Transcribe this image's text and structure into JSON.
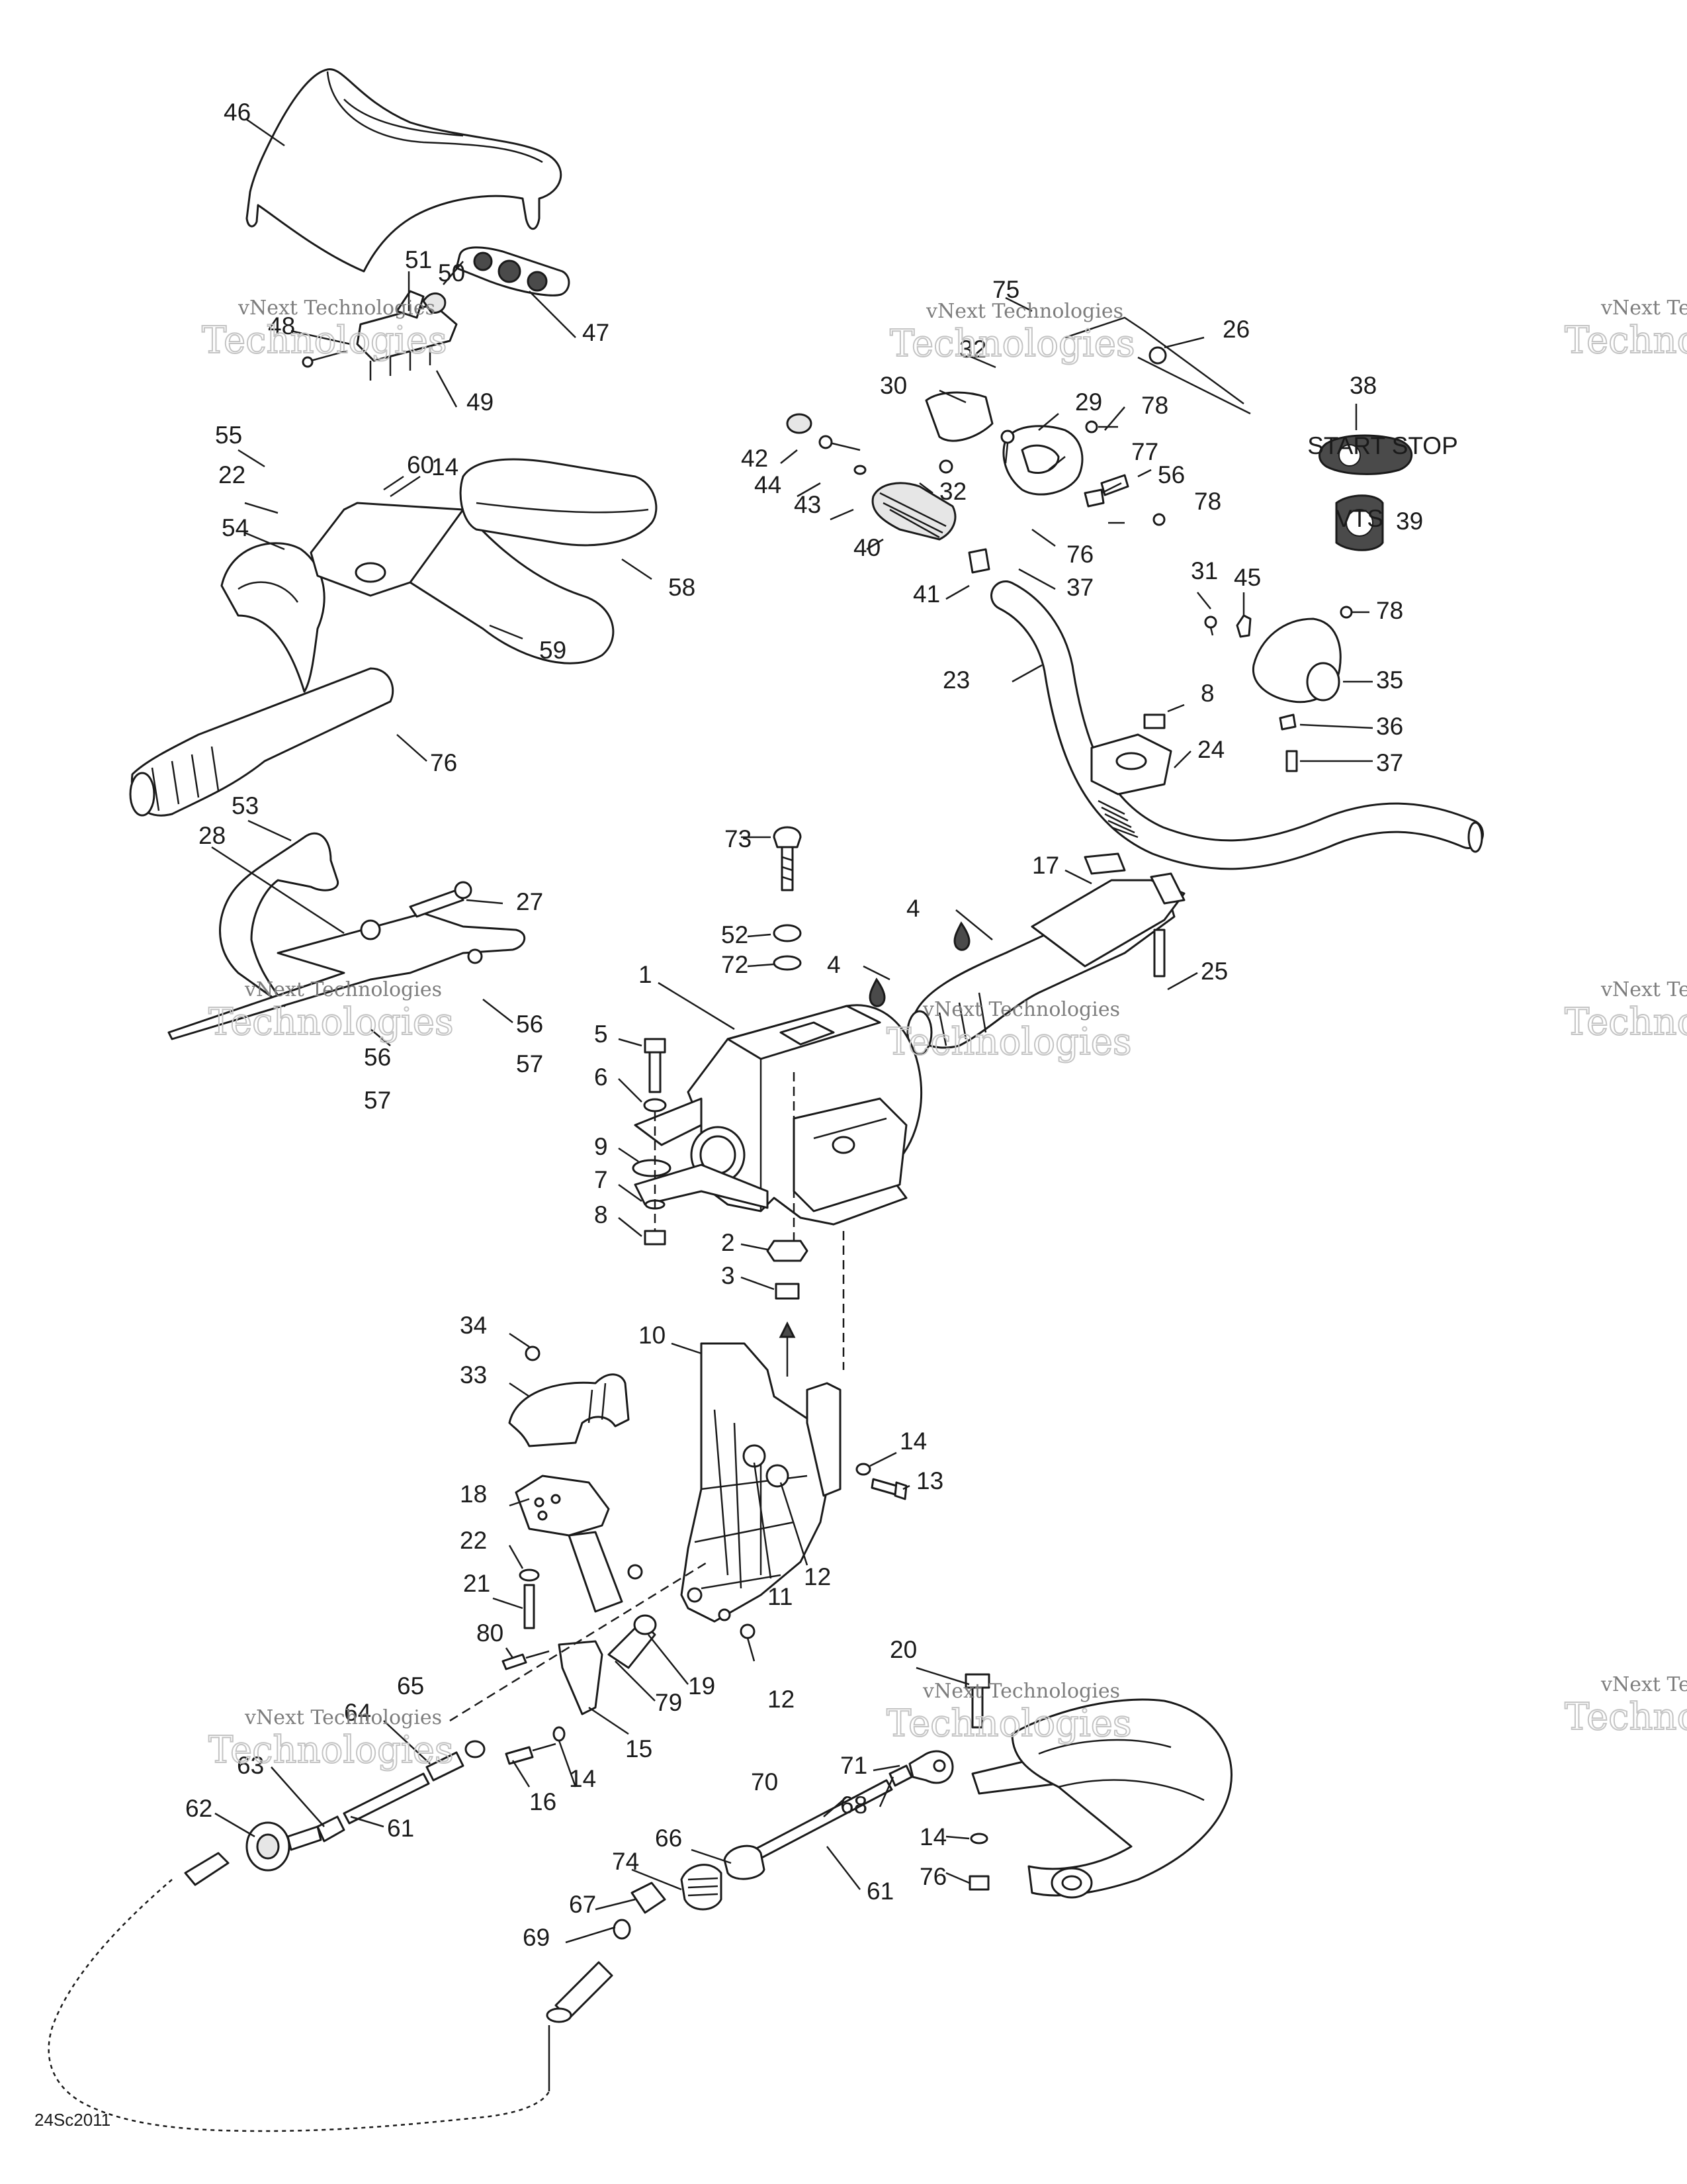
{
  "drawing_code": "24Sc2011",
  "watermark": {
    "line1": "vNext Technologies",
    "line2": "Technologies"
  },
  "callouts": [
    {
      "id": "46",
      "label": "46"
    },
    {
      "id": "51",
      "label": "51"
    },
    {
      "id": "50",
      "label": "50"
    },
    {
      "id": "48",
      "label": "48"
    },
    {
      "id": "47",
      "label": "47"
    },
    {
      "id": "49",
      "label": "49"
    },
    {
      "id": "55",
      "label": "55"
    },
    {
      "id": "60",
      "label": "60"
    },
    {
      "id": "14a",
      "label": "14"
    },
    {
      "id": "22a",
      "label": "22"
    },
    {
      "id": "54",
      "label": "54"
    },
    {
      "id": "58",
      "label": "58"
    },
    {
      "id": "59",
      "label": "59"
    },
    {
      "id": "76a",
      "label": "76"
    },
    {
      "id": "53",
      "label": "53"
    },
    {
      "id": "28",
      "label": "28"
    },
    {
      "id": "27",
      "label": "27"
    },
    {
      "id": "56a",
      "label": "56"
    },
    {
      "id": "56b",
      "label": "56"
    },
    {
      "id": "57a",
      "label": "57"
    },
    {
      "id": "57b",
      "label": "57"
    },
    {
      "id": "75",
      "label": "75"
    },
    {
      "id": "26",
      "label": "26"
    },
    {
      "id": "32a",
      "label": "32"
    },
    {
      "id": "30",
      "label": "30"
    },
    {
      "id": "29",
      "label": "29"
    },
    {
      "id": "78a",
      "label": "78"
    },
    {
      "id": "42",
      "label": "42"
    },
    {
      "id": "77",
      "label": "77"
    },
    {
      "id": "44",
      "label": "44"
    },
    {
      "id": "32b",
      "label": "32"
    },
    {
      "id": "56c",
      "label": "56"
    },
    {
      "id": "43",
      "label": "43"
    },
    {
      "id": "78b",
      "label": "78"
    },
    {
      "id": "40",
      "label": "40"
    },
    {
      "id": "76b",
      "label": "76"
    },
    {
      "id": "37a",
      "label": "37"
    },
    {
      "id": "41",
      "label": "41"
    },
    {
      "id": "38",
      "label": "38"
    },
    {
      "id": "39",
      "label": "39"
    },
    {
      "id": "31",
      "label": "31"
    },
    {
      "id": "45",
      "label": "45"
    },
    {
      "id": "78c",
      "label": "78"
    },
    {
      "id": "23",
      "label": "23"
    },
    {
      "id": "35",
      "label": "35"
    },
    {
      "id": "8a",
      "label": "8"
    },
    {
      "id": "36",
      "label": "36"
    },
    {
      "id": "24",
      "label": "24"
    },
    {
      "id": "37b",
      "label": "37"
    },
    {
      "id": "73",
      "label": "73"
    },
    {
      "id": "17",
      "label": "17"
    },
    {
      "id": "4a",
      "label": "4"
    },
    {
      "id": "52",
      "label": "52"
    },
    {
      "id": "4b",
      "label": "4"
    },
    {
      "id": "25",
      "label": "25"
    },
    {
      "id": "72",
      "label": "72"
    },
    {
      "id": "1",
      "label": "1"
    },
    {
      "id": "5",
      "label": "5"
    },
    {
      "id": "6",
      "label": "6"
    },
    {
      "id": "9",
      "label": "9"
    },
    {
      "id": "7",
      "label": "7"
    },
    {
      "id": "8b",
      "label": "8"
    },
    {
      "id": "2",
      "label": "2"
    },
    {
      "id": "3",
      "label": "3"
    },
    {
      "id": "10",
      "label": "10"
    },
    {
      "id": "34",
      "label": "34"
    },
    {
      "id": "33",
      "label": "33"
    },
    {
      "id": "14b",
      "label": "14"
    },
    {
      "id": "13",
      "label": "13"
    },
    {
      "id": "18",
      "label": "18"
    },
    {
      "id": "22b",
      "label": "22"
    },
    {
      "id": "12a",
      "label": "12"
    },
    {
      "id": "11",
      "label": "11"
    },
    {
      "id": "21",
      "label": "21"
    },
    {
      "id": "80",
      "label": "80"
    },
    {
      "id": "19",
      "label": "19"
    },
    {
      "id": "79",
      "label": "79"
    },
    {
      "id": "12b",
      "label": "12"
    },
    {
      "id": "65",
      "label": "65"
    },
    {
      "id": "15",
      "label": "15"
    },
    {
      "id": "20",
      "label": "20"
    },
    {
      "id": "64",
      "label": "64"
    },
    {
      "id": "71",
      "label": "71"
    },
    {
      "id": "63",
      "label": "63"
    },
    {
      "id": "68",
      "label": "68"
    },
    {
      "id": "16",
      "label": "16"
    },
    {
      "id": "14c",
      "label": "14"
    },
    {
      "id": "62",
      "label": "62"
    },
    {
      "id": "61a",
      "label": "61"
    },
    {
      "id": "70",
      "label": "70"
    },
    {
      "id": "14d",
      "label": "14"
    },
    {
      "id": "66",
      "label": "66"
    },
    {
      "id": "76c",
      "label": "76"
    },
    {
      "id": "74",
      "label": "74"
    },
    {
      "id": "67",
      "label": "67"
    },
    {
      "id": "61b",
      "label": "61"
    },
    {
      "id": "69",
      "label": "69"
    }
  ],
  "control_pad": {
    "start_stop": "START STOP",
    "vts": "VTS"
  }
}
